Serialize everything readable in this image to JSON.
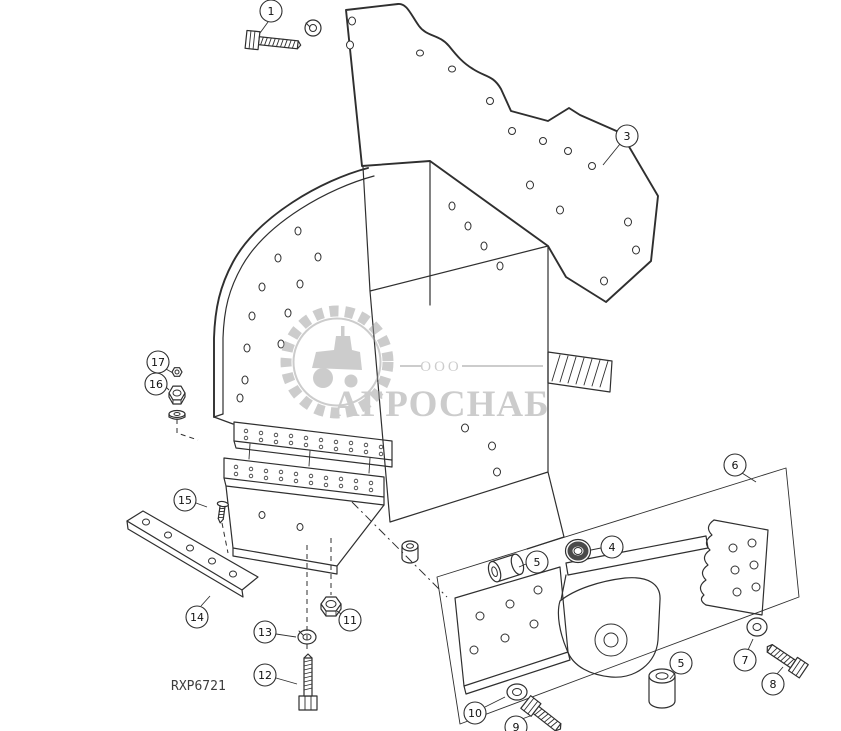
{
  "figure": {
    "reference_code": "RXP6721"
  },
  "watermark": {
    "prefix": "ООО",
    "name": "АГРОСНАБ"
  },
  "callouts": [
    {
      "label": "1",
      "part": "hex-bolt"
    },
    {
      "label": "3",
      "part": "rear-mounting-plate"
    },
    {
      "label": "4",
      "part": "thick-washer"
    },
    {
      "label": "5",
      "part": "bushing"
    },
    {
      "label": "5",
      "part": "bushing"
    },
    {
      "label": "6",
      "part": "base-plate"
    },
    {
      "label": "7",
      "part": "washer"
    },
    {
      "label": "8",
      "part": "hex-bolt"
    },
    {
      "label": "9",
      "part": "hex-bolt"
    },
    {
      "label": "10",
      "part": "washer"
    },
    {
      "label": "11",
      "part": "hex-nut"
    },
    {
      "label": "12",
      "part": "hex-bolt"
    },
    {
      "label": "13",
      "part": "lock-washer"
    },
    {
      "label": "14",
      "part": "step-plate"
    },
    {
      "label": "15",
      "part": "screw"
    },
    {
      "label": "16",
      "part": "hex-nut"
    },
    {
      "label": "17",
      "part": "stud"
    }
  ]
}
